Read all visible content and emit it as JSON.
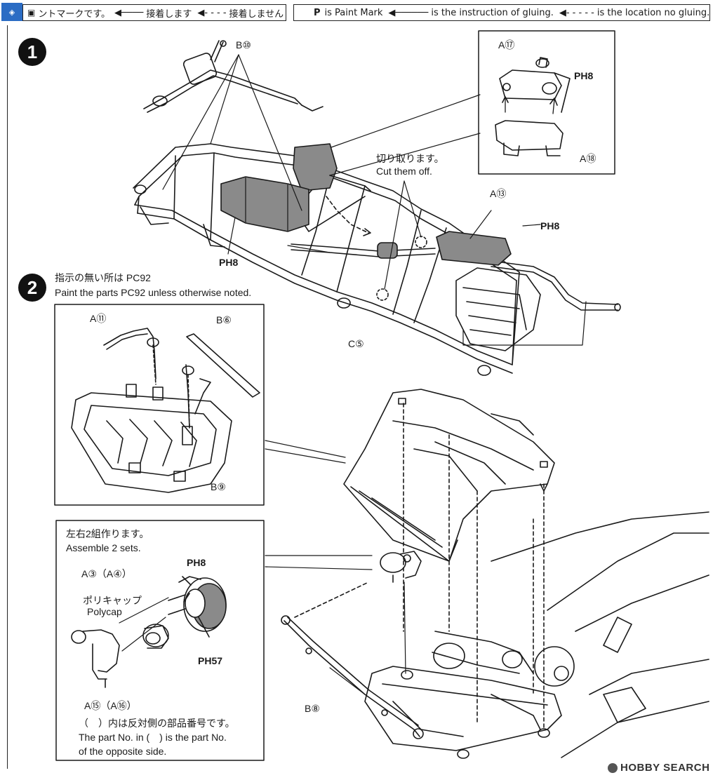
{
  "legend_jp": {
    "paint_mark": "ントマークです。",
    "glue_text": "接着します",
    "noglue_text": "接着しません"
  },
  "legend_en": {
    "paint_mark_letter": "P",
    "paint_mark": "is Paint Mark",
    "glue_text": "is the instruction of gluing.",
    "noglue_text": "is the location no gluing."
  },
  "steps": {
    "step1": "1",
    "step2": "2"
  },
  "step1": {
    "b10": "B⑩",
    "a17": "A⑰",
    "a18": "A⑱",
    "ph8_inset": "PH8",
    "cut_jp": "切り取ります。",
    "cut_en": "Cut them off.",
    "a13": "A⑬",
    "ph8_muffler": "PH8",
    "ph8_tank": "PH8",
    "c5": "C⑤"
  },
  "step2": {
    "note_jp": "指示の無い所は PC92",
    "note_en": "Paint the parts PC92 unless otherwise noted.",
    "a11": "A⑪",
    "b6": "B⑥",
    "b9": "B⑨",
    "b8": "B⑧"
  },
  "subbox": {
    "assemble_jp": "左右2組作ります。",
    "assemble_en": "Assemble 2 sets.",
    "a3a4": "A③（A④）",
    "ph8": "PH8",
    "polycap_jp": "ポリキャップ",
    "polycap_en": "Polycap",
    "ph57": "PH57",
    "a15a16": "A⑮（A⑯）",
    "note1_jp": "（　）内は反対側の部品番号です。",
    "note2_en": "The part No. in (　) is the part No.",
    "note3_en": "of the opposite side."
  },
  "watermark": {
    "brand": "HOBBY SEARCH"
  },
  "colors": {
    "ink": "#1a1a1a",
    "paint_fill": "#8a8a8a",
    "paper": "#ffffff"
  }
}
